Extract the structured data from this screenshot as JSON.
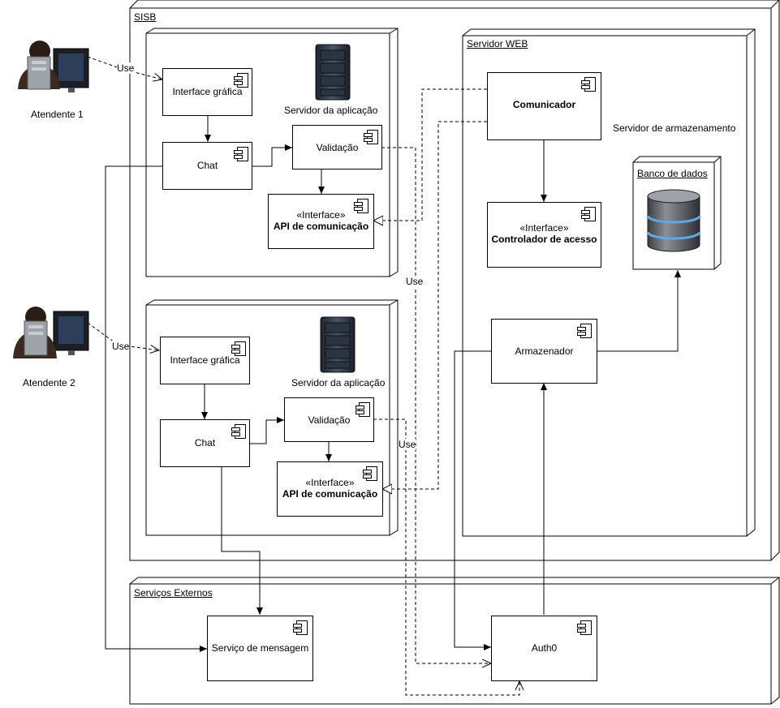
{
  "nodes": {
    "sisb": "SISB",
    "servidor_web": "Servidor WEB",
    "servicos_externos": "Serviços Externos",
    "banco_de_dados": "Banco de dados"
  },
  "actors": {
    "atendente1": "Atendente 1",
    "atendente2": "Atendente 2"
  },
  "server_labels": {
    "app1": "Servidor da aplicação",
    "app2": "Servidor da aplicação",
    "armazenamento": "Servidor de armazenamento"
  },
  "components": {
    "interface_grafica_1": "Interface gráfica",
    "chat_1": "Chat",
    "validacao_1": "Validação",
    "api_stereo_1": "«Interface»",
    "api_name_1": "API de comunicação",
    "interface_grafica_2": "Interface gráfica",
    "chat_2": "Chat",
    "validacao_2": "Validação",
    "api_stereo_2": "«Interface»",
    "api_name_2": "API de comunicação",
    "comunicador": "Comunicador",
    "controlador_stereo": "«Interface»",
    "controlador_name": "Controlador de acesso",
    "armazenador": "Armazenador",
    "servico_mensagem": "Serviço de mensagem",
    "auth0": "Auth0"
  },
  "edge_labels": {
    "use_atendente1": "Use",
    "use_atendente2": "Use",
    "use_validacao1": "Use",
    "use_validacao2": "Use"
  }
}
